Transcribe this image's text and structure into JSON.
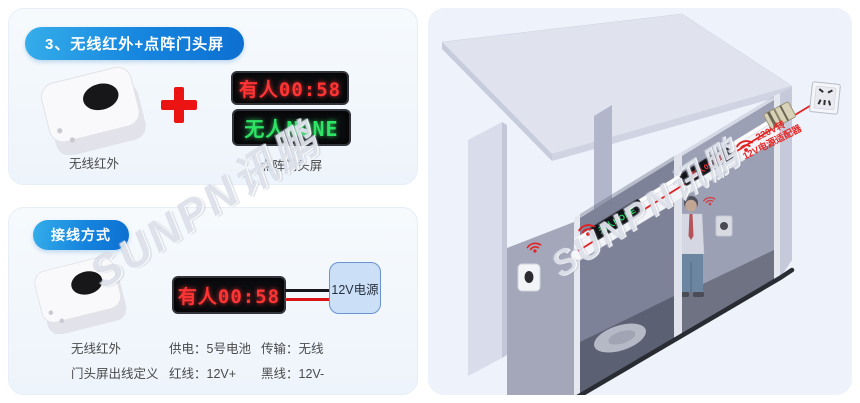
{
  "watermark": {
    "text": "SUNPN讯鹏"
  },
  "section1": {
    "title": "3、无线红外+点阵门头屏",
    "sensor_caption": "无线红外",
    "display_caption": "点阵门头屏",
    "led_occupied": "有人00:58",
    "led_vacant": "无人NONE"
  },
  "section2": {
    "title": "接线方式",
    "led_occupied": "有人00:58",
    "power_box_label": "12V电源",
    "specs": {
      "sensor": "无线红外",
      "power": "供电：5号电池",
      "transmission": "传输：无线",
      "wiring_title": "门头屏出线定义",
      "red_wire": "红线：12V+",
      "black_wire": "黑线：12V-"
    }
  },
  "scene": {
    "door_display_vacant": "无人NONE",
    "door_display_occupied": "有人00:58",
    "adapter_label_line1": "220V转",
    "adapter_label_line2": "12V电源适配器"
  },
  "colors": {
    "accent_blue": "#1584de",
    "led_red": "#ff3434",
    "led_green": "#2ee465",
    "line_red": "#e22222"
  }
}
